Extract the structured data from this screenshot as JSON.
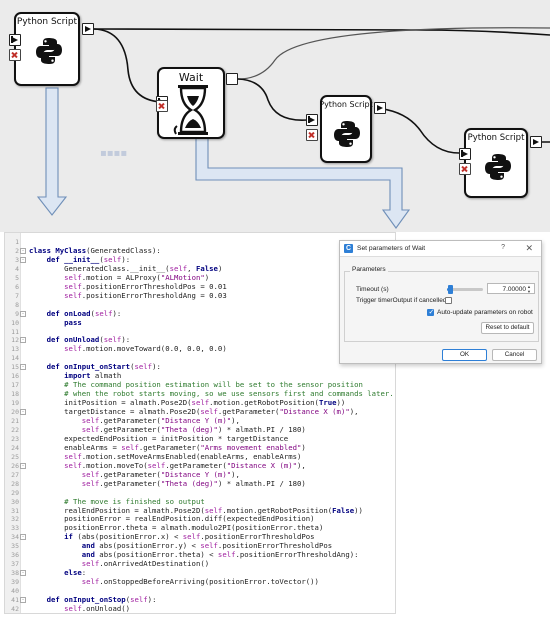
{
  "canvas": {
    "blocks": {
      "script1": {
        "title": "Python Script"
      },
      "wait": {
        "title": "Wait"
      },
      "script2": {
        "title": "Python Script"
      },
      "script3": {
        "title": "Python Script"
      }
    }
  },
  "editor": {
    "lines": [
      {
        "n": "1",
        "fold": "",
        "html": ""
      },
      {
        "n": "2",
        "fold": "-",
        "html": "<span class=\"kw\">class</span> <span class=\"fn\">MyClass</span>(GeneratedClass):"
      },
      {
        "n": "3",
        "fold": "-",
        "html": "    <span class=\"kw\">def</span> <span class=\"fn\">__init__</span>(<span class=\"slf\">self</span>):"
      },
      {
        "n": "4",
        "fold": "",
        "html": "        GeneratedClass.__init__(<span class=\"slf\">self</span>, <span class=\"kw\">False</span>)"
      },
      {
        "n": "5",
        "fold": "",
        "html": "        <span class=\"slf\">self</span>.motion = ALProxy(<span class=\"st\">\"ALMotion\"</span>)"
      },
      {
        "n": "6",
        "fold": "",
        "html": "        <span class=\"slf\">self</span>.positionErrorThresholdPos = 0.01"
      },
      {
        "n": "7",
        "fold": "",
        "html": "        <span class=\"slf\">self</span>.positionErrorThresholdAng = 0.03"
      },
      {
        "n": "8",
        "fold": "",
        "html": ""
      },
      {
        "n": "9",
        "fold": "-",
        "html": "    <span class=\"kw\">def</span> <span class=\"fn\">onLoad</span>(<span class=\"slf\">self</span>):"
      },
      {
        "n": "10",
        "fold": "",
        "html": "        <span class=\"kw\">pass</span>"
      },
      {
        "n": "11",
        "fold": "",
        "html": ""
      },
      {
        "n": "12",
        "fold": "-",
        "html": "    <span class=\"kw\">def</span> <span class=\"fn\">onUnload</span>(<span class=\"slf\">self</span>):"
      },
      {
        "n": "13",
        "fold": "",
        "html": "        <span class=\"slf\">self</span>.motion.moveToward(0.0, 0.0, 0.0)"
      },
      {
        "n": "14",
        "fold": "",
        "html": ""
      },
      {
        "n": "15",
        "fold": "-",
        "html": "    <span class=\"kw\">def</span> <span class=\"fn\">onInput_onStart</span>(<span class=\"slf\">self</span>):"
      },
      {
        "n": "16",
        "fold": "",
        "html": "        <span class=\"kw\">import</span> almath"
      },
      {
        "n": "17",
        "fold": "",
        "html": "        <span class=\"cm\"># The command position estimation will be set to the sensor position</span>"
      },
      {
        "n": "18",
        "fold": "",
        "html": "        <span class=\"cm\"># when the robot starts moving, so we use sensors first and commands later.</span>"
      },
      {
        "n": "19",
        "fold": "",
        "html": "        initPosition = almath.Pose2D(<span class=\"slf\">self</span>.motion.getRobotPosition(<span class=\"kw\">True</span>))"
      },
      {
        "n": "20",
        "fold": "-",
        "html": "        targetDistance = almath.Pose2D(<span class=\"slf\">self</span>.getParameter(<span class=\"st\">\"Distance X (m)\"</span>),"
      },
      {
        "n": "21",
        "fold": "",
        "html": "            <span class=\"slf\">self</span>.getParameter(<span class=\"st\">\"Distance Y (m)\"</span>),"
      },
      {
        "n": "22",
        "fold": "",
        "html": "            <span class=\"slf\">self</span>.getParameter(<span class=\"st\">\"Theta (deg)\"</span>) * almath.PI / 180)"
      },
      {
        "n": "23",
        "fold": "",
        "html": "        expectedEndPosition = initPosition * targetDistance"
      },
      {
        "n": "24",
        "fold": "",
        "html": "        enableArms = <span class=\"slf\">self</span>.getParameter(<span class=\"st\">\"Arms movement enabled\"</span>)"
      },
      {
        "n": "25",
        "fold": "",
        "html": "        <span class=\"slf\">self</span>.motion.setMoveArmsEnabled(enableArms, enableArms)"
      },
      {
        "n": "26",
        "fold": "-",
        "html": "        <span class=\"slf\">self</span>.motion.moveTo(<span class=\"slf\">self</span>.getParameter(<span class=\"st\">\"Distance X (m)\"</span>),"
      },
      {
        "n": "27",
        "fold": "",
        "html": "            <span class=\"slf\">self</span>.getParameter(<span class=\"st\">\"Distance Y (m)\"</span>),"
      },
      {
        "n": "28",
        "fold": "",
        "html": "            <span class=\"slf\">self</span>.getParameter(<span class=\"st\">\"Theta (deg)\"</span>) * almath.PI / 180)"
      },
      {
        "n": "29",
        "fold": "",
        "html": ""
      },
      {
        "n": "30",
        "fold": "",
        "html": "        <span class=\"cm\"># The move is finished so output</span>"
      },
      {
        "n": "31",
        "fold": "",
        "html": "        realEndPosition = almath.Pose2D(<span class=\"slf\">self</span>.motion.getRobotPosition(<span class=\"kw\">False</span>))"
      },
      {
        "n": "32",
        "fold": "",
        "html": "        positionError = realEndPosition.diff(expectedEndPosition)"
      },
      {
        "n": "33",
        "fold": "",
        "html": "        positionError.theta = almath.modulo2PI(positionError.theta)"
      },
      {
        "n": "34",
        "fold": "-",
        "html": "        <span class=\"kw\">if</span> (abs(positionError.x) &lt; <span class=\"slf\">self</span>.positionErrorThresholdPos"
      },
      {
        "n": "35",
        "fold": "",
        "html": "            <span class=\"kw\">and</span> abs(positionError.y) &lt; <span class=\"slf\">self</span>.positionErrorThresholdPos"
      },
      {
        "n": "36",
        "fold": "",
        "html": "            <span class=\"kw\">and</span> abs(positionError.theta) &lt; <span class=\"slf\">self</span>.positionErrorThresholdAng):"
      },
      {
        "n": "37",
        "fold": "",
        "html": "            <span class=\"slf\">self</span>.onArrivedAtDestination()"
      },
      {
        "n": "38",
        "fold": "-",
        "html": "        <span class=\"kw\">else</span>:"
      },
      {
        "n": "39",
        "fold": "",
        "html": "            <span class=\"slf\">self</span>.onStoppedBeforeArriving(positionError.toVector())"
      },
      {
        "n": "40",
        "fold": "",
        "html": ""
      },
      {
        "n": "41",
        "fold": "-",
        "html": "    <span class=\"kw\">def</span> <span class=\"fn\">onInput_onStop</span>(<span class=\"slf\">self</span>):"
      },
      {
        "n": "42",
        "fold": "",
        "html": "        <span class=\"slf\">self</span>.onUnload()"
      }
    ]
  },
  "dialog": {
    "title": "Set parameters of Wait",
    "icon": "C",
    "help": "?",
    "close": "✕",
    "group_label": "Parameters",
    "timeout_label": "Timeout (s)",
    "timeout_value": "7.00000",
    "timeout_fraction": 0.07,
    "trigger_label": "Trigger timerOutput if cancelled",
    "trigger_checked": false,
    "auto_update_label": "Auto-update parameters on robot",
    "auto_update_checked": true,
    "reset_label": "Reset to default",
    "ok_label": "OK",
    "cancel_label": "Cancel",
    "accent": "#2e7fd6"
  }
}
